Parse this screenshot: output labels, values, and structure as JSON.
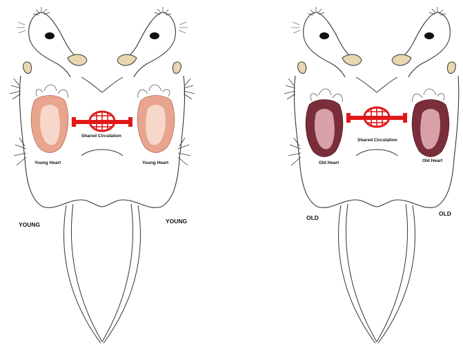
{
  "panels": [
    {
      "heart_label_left": "Young Heart",
      "heart_label_right": "Young Heart",
      "center_label": "Shared Circulation",
      "mouse_label_left": "YOUNG",
      "mouse_label_right": "YOUNG",
      "heart_style": "young"
    },
    {
      "heart_label_left": "Old Heart",
      "heart_label_right": "Old Heart",
      "center_label": "Shared Circulation",
      "mouse_label_left": "OLD",
      "mouse_label_right": "OLD",
      "heart_style": "old"
    }
  ],
  "colors": {
    "outline": "#333333",
    "ear_fill": "#e8d7b0",
    "eye_fill": "#111111",
    "circulation_red": "#e01818",
    "young_heart_wall": "#e8a48c",
    "young_heart_light": "#f6d7c9",
    "old_heart_wall": "#7a2e3a",
    "old_heart_light": "#d8a0a8"
  }
}
